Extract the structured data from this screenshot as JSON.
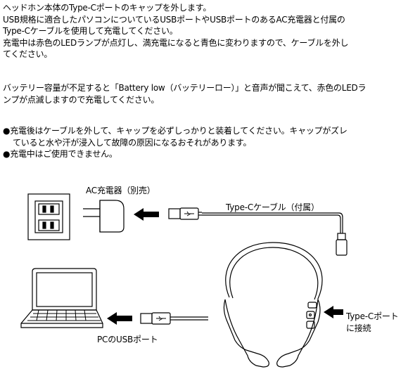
{
  "paragraph1": [
    "ヘッドホン本体のType-Cポートのキャップを外します。",
    "USB規格に適合したパソコンについているUSBポートやUSBポートのあるAC充電器と付属の",
    "Type-Cケーブルを使用して充電してください。",
    "充電中は赤色のLEDランプが点灯し、満充電になると青色に変わりますので、ケーブルを外し",
    "てください。"
  ],
  "paragraph2": [
    "バッテリー容量が不足すると「Battery low（バッテリーロー）」と音声が聞こえて、赤色のLEDラ",
    "ンプが点滅しますので充電してください。"
  ],
  "bullets": [
    "●充電後はケーブルを外して、キャップを必ずしっかりと装着してください。キャップがズレ",
    "ていると水や汗が浸入して故障の原因になるおそれがあります。",
    "●充電中はご使用できません。"
  ],
  "diagram": {
    "ac_charger_label": "AC充電器（別売）",
    "cable_label": "Type-Cケーブル（付属）",
    "port_label_line1": "Type-Cポート",
    "port_label_line2": "に接続",
    "pc_label": "PCのUSBポート"
  }
}
